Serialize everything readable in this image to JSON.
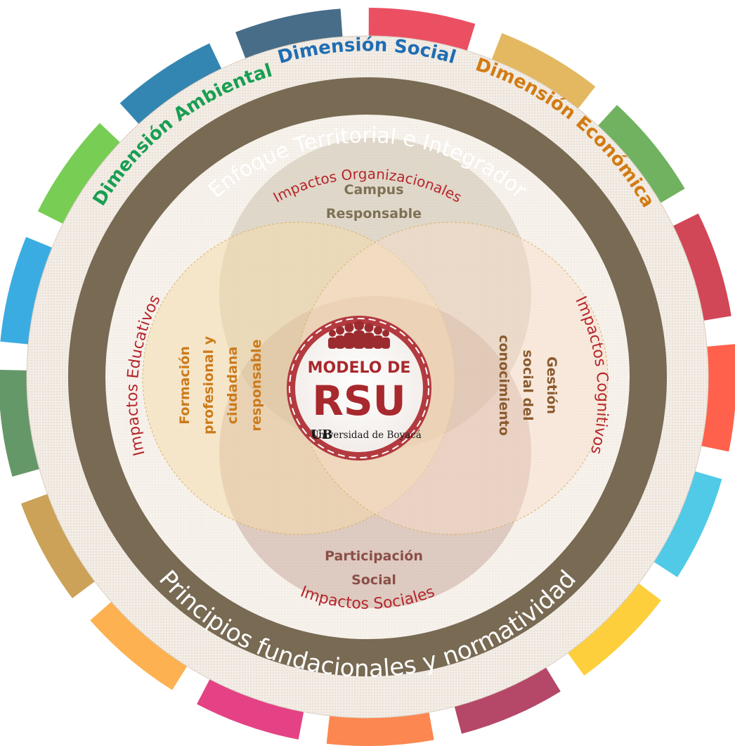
{
  "dimensions": {
    "ambiental": "Dimensión Ambiental",
    "social": "Dimensión Social",
    "economica": "Dimensión Económica"
  },
  "band": {
    "top": "Enfoque Territorial e Integrador",
    "bottom": "Principios fundacionales y normatividad"
  },
  "impacts": {
    "organizacionales": "Impactos Organizacionales",
    "educativos": "Impactos Educativos",
    "cognitivos": "Impactos Cognitivos",
    "sociales": "Impactos Sociales"
  },
  "circles": {
    "campus_line1": "Campus",
    "campus_line2": "Responsable",
    "participacion_line1": "Participación",
    "participacion_line2": "Social",
    "formacion_lines": [
      "Formación",
      "profesional y",
      "ciudadana",
      "responsable"
    ],
    "gestion_lines": [
      "Gestión",
      "social del",
      "conocimiento"
    ]
  },
  "center": {
    "line1": "MODELO DE",
    "line2": "RSU",
    "logo_mark": "UB",
    "institution": "Universidad de Boyacá"
  },
  "colors": {
    "band": "#786a53",
    "accent_red": "#a8292d",
    "ambiental": "#1a9e52",
    "social": "#1f6db3",
    "economica": "#d27b12",
    "campus_text": "#7d7155",
    "participacion_text": "#8a4f47",
    "formacion_text": "#cc7a1a",
    "gestion_text": "#8a5a2e"
  },
  "sdg_colors": [
    "#e5243b",
    "#dda63a",
    "#4c9f38",
    "#c5192d",
    "#ff3a21",
    "#26bde2",
    "#fcc30b",
    "#a21942",
    "#fd6925",
    "#dd1367",
    "#fd9d24",
    "#bf8b2e",
    "#3f7e44",
    "#0a97d9",
    "#56c02b",
    "#00689d",
    "#19486a"
  ]
}
